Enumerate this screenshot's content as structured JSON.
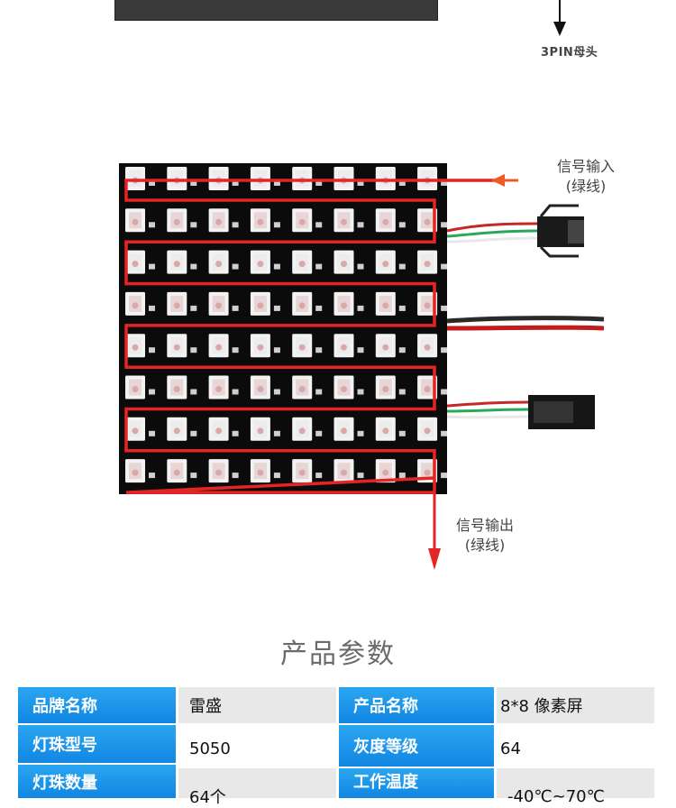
{
  "top": {
    "connector_label": "3PIN母头"
  },
  "diagram": {
    "input_label_1": "信号输入",
    "input_label_2": "(绿线)",
    "output_label_1": "信号输出",
    "output_label_2": "(绿线)",
    "led_grid": "8x8",
    "colors": {
      "board": "#0a0a0a",
      "path": "#e52525",
      "arrow": "#f05a24"
    }
  },
  "params": {
    "title": "产品参数",
    "rows": [
      {
        "k1": "品牌名称",
        "v1": "雷盛",
        "k2": "产品名称",
        "v2": "8*8 像素屏"
      },
      {
        "k1": "灯珠型号",
        "v1": "5050",
        "k2": "灰度等级",
        "v2": "64"
      },
      {
        "k1": "灯珠数量",
        "v1": "64个",
        "k2": "工作温度",
        "v2": "-40℃~70℃"
      }
    ],
    "colors": {
      "key_bg": "#1a90e8",
      "val_bg": "#e8e8e8"
    }
  }
}
